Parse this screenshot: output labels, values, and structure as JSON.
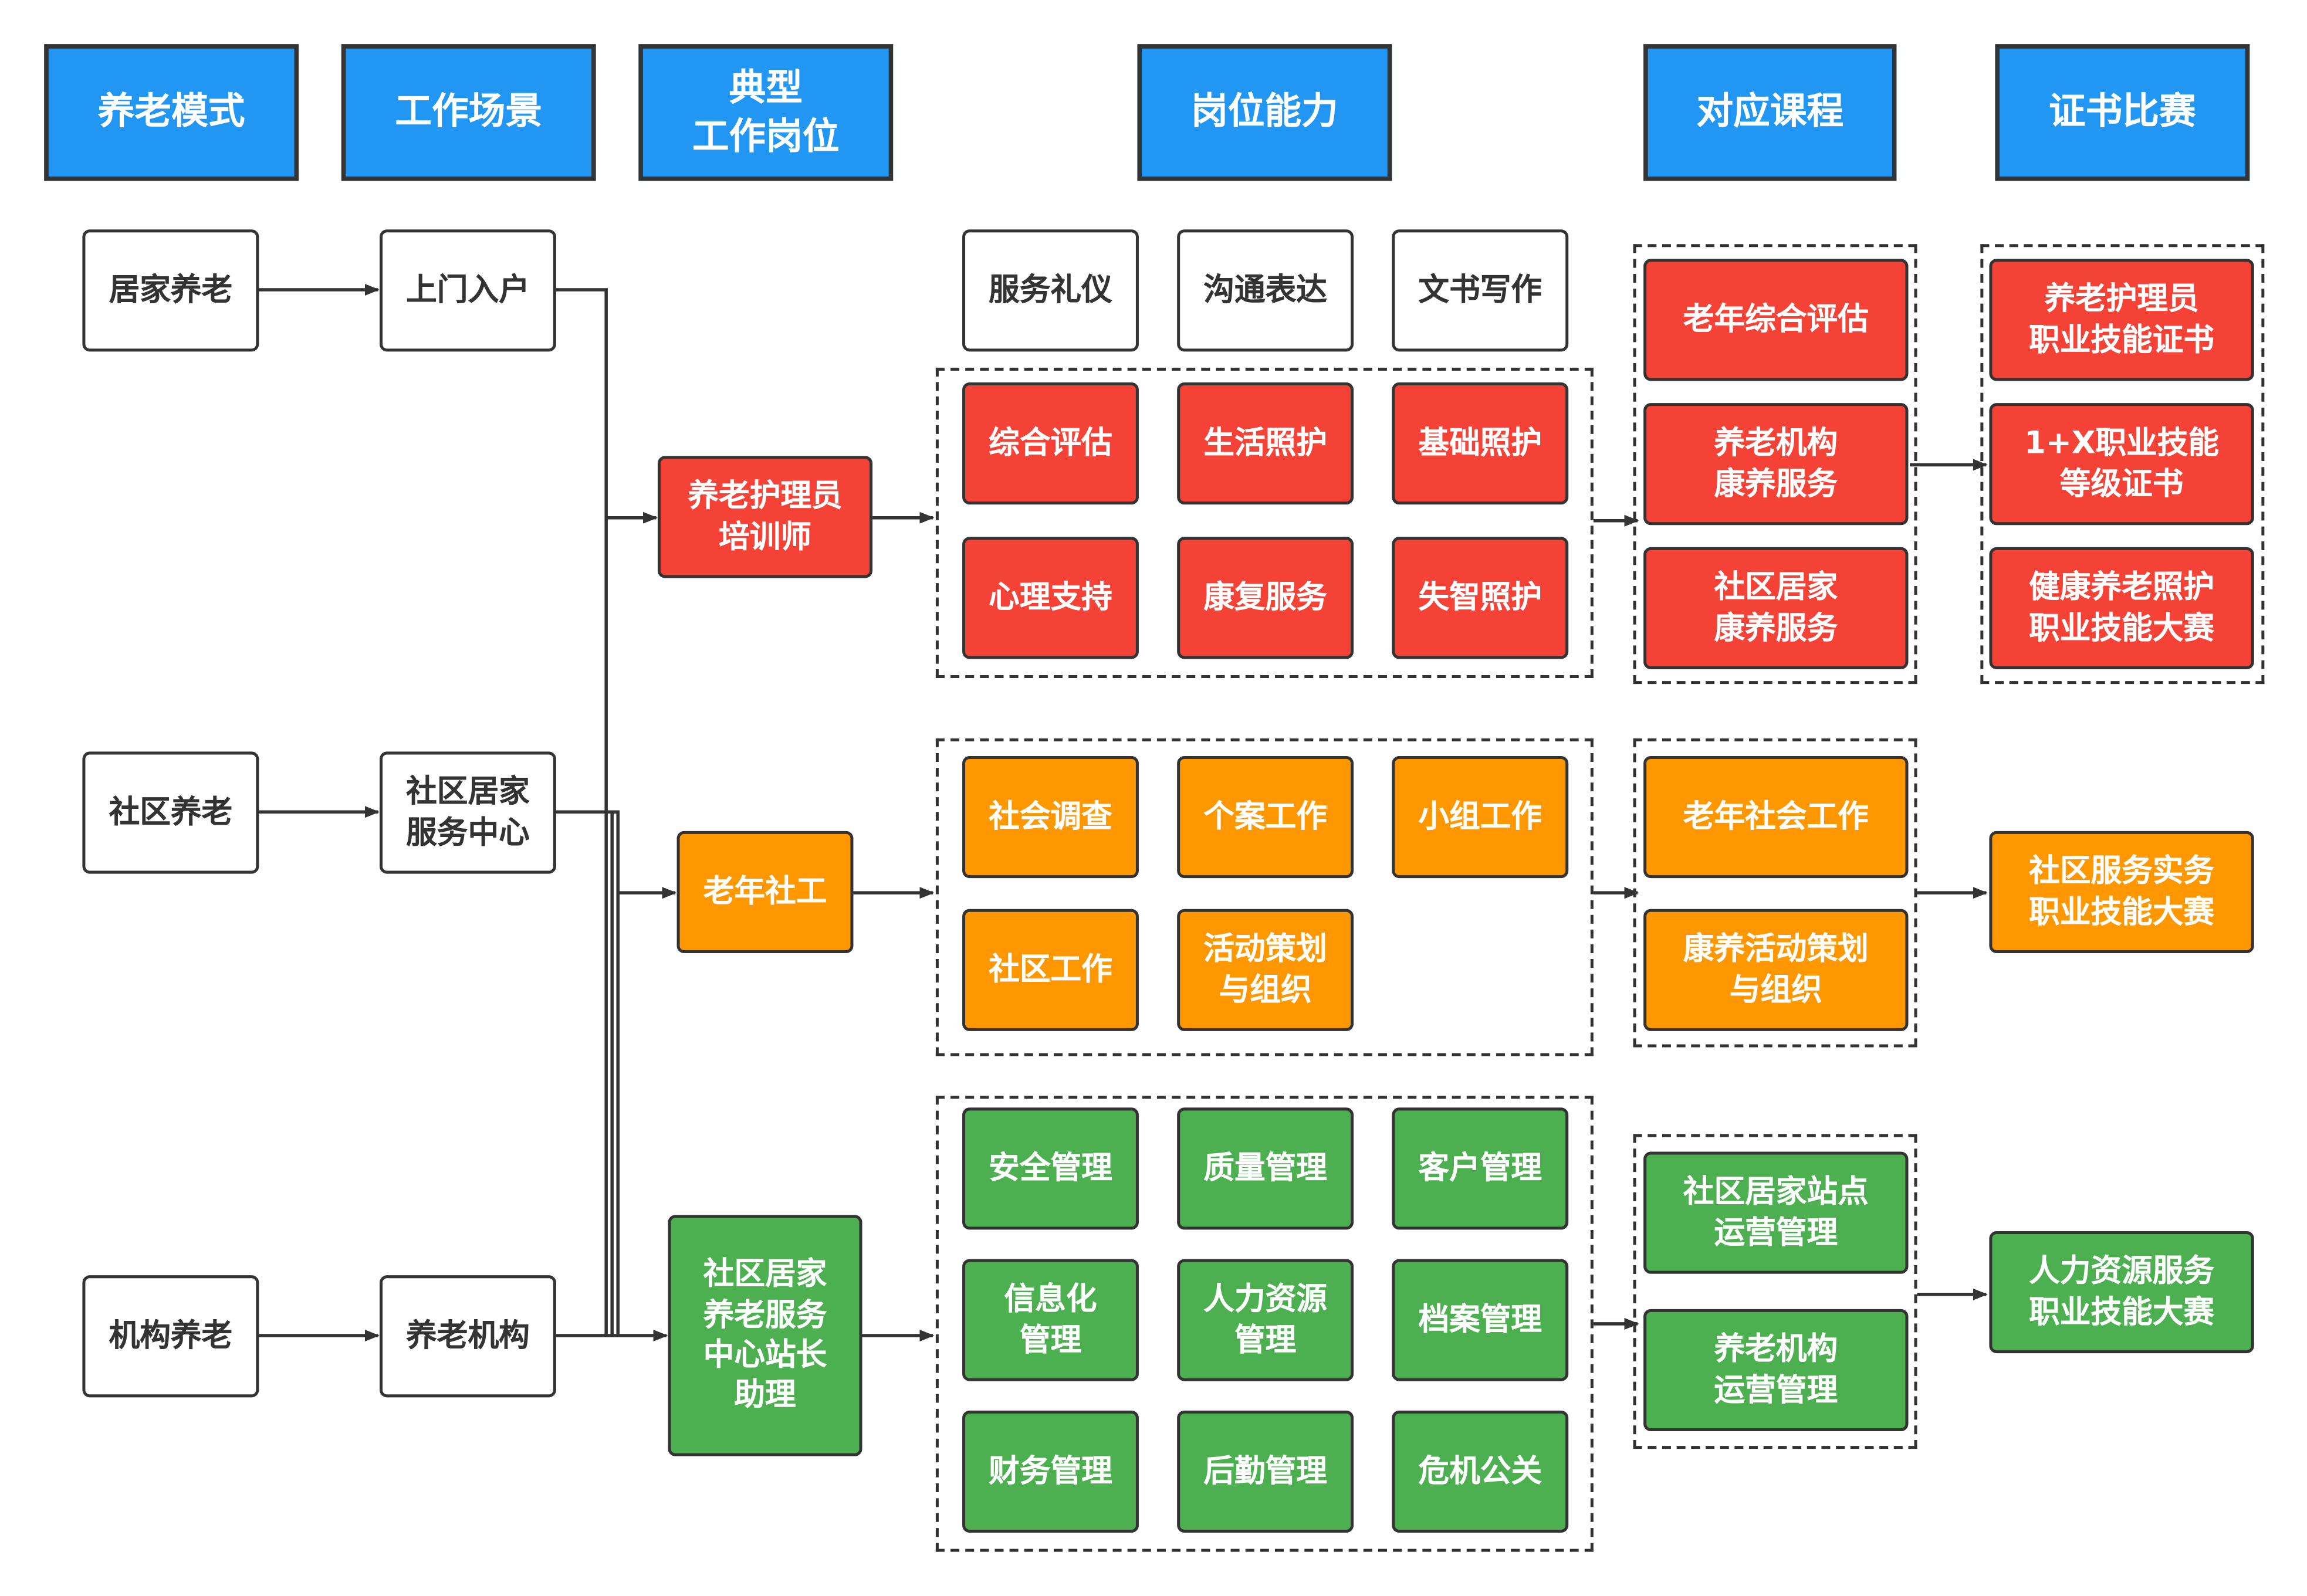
{
  "headers": {
    "mode": "养老模式",
    "scene": "工作场景",
    "post": "典型\n工作岗位",
    "ability": "岗位能力",
    "course": "对应课程",
    "cert": "证书比赛"
  },
  "modes": [
    "居家养老",
    "社区养老",
    "机构养老"
  ],
  "scenes": [
    "上门入户",
    "社区居家\n服务中心",
    "养老机构"
  ],
  "posts": [
    "养老护理员\n培训师",
    "老年社工",
    "社区居家\n养老服务\n中心站长\n助理"
  ],
  "common_abilities": [
    "服务礼仪",
    "沟通表达",
    "文书写作"
  ],
  "abilities": {
    "red": [
      "综合评估",
      "生活照护",
      "基础照护",
      "心理支持",
      "康复服务",
      "失智照护"
    ],
    "orange": [
      "社会调查",
      "个案工作",
      "小组工作",
      "社区工作",
      "活动策划\n与组织"
    ],
    "green": [
      "安全管理",
      "质量管理",
      "客户管理",
      "信息化\n管理",
      "人力资源\n管理",
      "档案管理",
      "财务管理",
      "后勤管理",
      "危机公关"
    ]
  },
  "courses": {
    "red": [
      "老年综合评估",
      "养老机构\n康养服务",
      "社区居家\n康养服务"
    ],
    "orange": [
      "老年社会工作",
      "康养活动策划\n与组织"
    ],
    "green": [
      "社区居家站点\n运营管理",
      "养老机构\n运营管理"
    ]
  },
  "certs": {
    "red": [
      "养老护理员\n职业技能证书",
      "1+X职业技能\n等级证书",
      "健康养老照护\n职业技能大赛"
    ],
    "orange": [
      "社区服务实务\n职业技能大赛"
    ],
    "green": [
      "人力资源服务\n职业技能大赛"
    ]
  },
  "colors": {
    "header": "#2196F3",
    "red": "#F44336",
    "orange": "#FF9800",
    "green": "#4CAF50",
    "line": "#333333"
  }
}
